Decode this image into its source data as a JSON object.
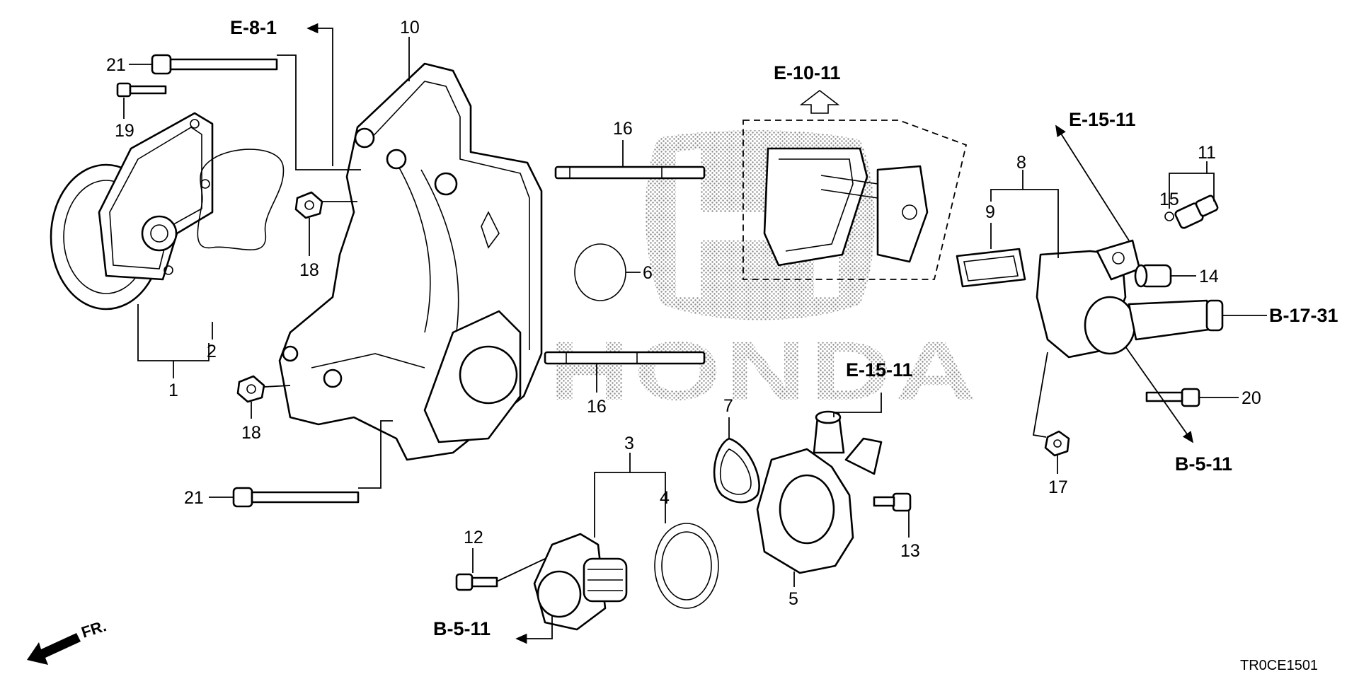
{
  "diagram_code": "TR0CE1501",
  "orientation_label": "FR.",
  "watermark": "HONDA",
  "references": {
    "e_8_1": "E-8-1",
    "e_10_11": "E-10-11",
    "e_15_11_top": "E-15-11",
    "e_15_11_mid": "E-15-11",
    "b_17_31": "B-17-31",
    "b_5_11_right": "B-5-11",
    "b_5_11_bottom": "B-5-11"
  },
  "callouts": {
    "c1": "1",
    "c2": "2",
    "c3": "3",
    "c4": "4",
    "c5": "5",
    "c6": "6",
    "c7": "7",
    "c8": "8",
    "c9": "9",
    "c10": "10",
    "c11": "11",
    "c12": "12",
    "c13": "13",
    "c14": "14",
    "c15": "15",
    "c16a": "16",
    "c16b": "16",
    "c17": "17",
    "c18a": "18",
    "c18b": "18",
    "c19": "19",
    "c20": "20",
    "c21a": "21",
    "c21b": "21"
  }
}
